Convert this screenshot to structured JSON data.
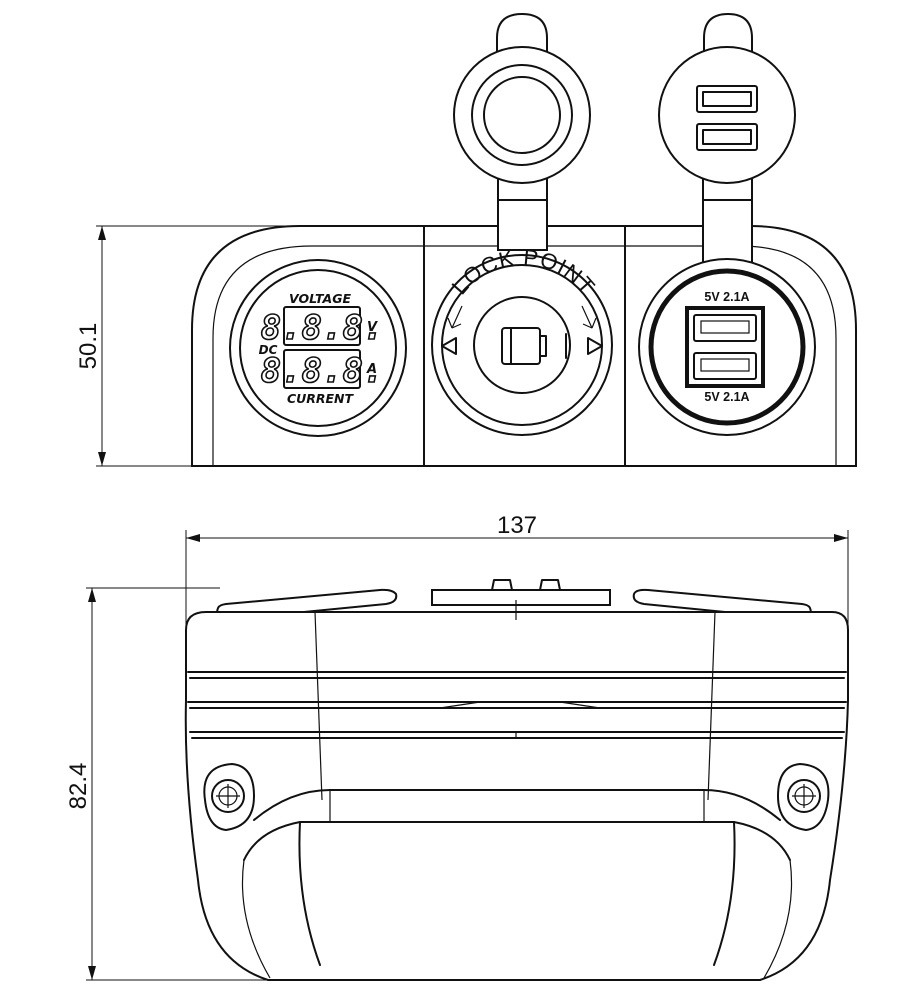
{
  "dimensions": {
    "top_height": "50.1",
    "bottom_width": "137",
    "bottom_height": "82.4"
  },
  "voltmeter": {
    "top_label": "VOLTAGE",
    "bottom_label": "CURRENT",
    "dc_label": "DC",
    "volt_unit": "V",
    "amp_unit": "A",
    "volt_digits": "8.8.8.",
    "amp_digits": "8.8.8."
  },
  "socket": {
    "lock_label": "LOCK POINT"
  },
  "usb": {
    "top_rating": "5V 2.1A",
    "bottom_rating": "5V 2.1A"
  }
}
